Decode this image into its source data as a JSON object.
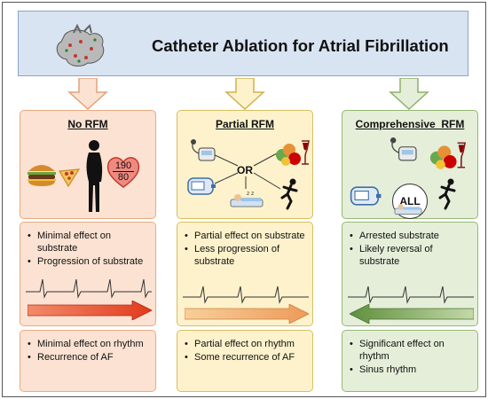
{
  "header": {
    "title": "Catheter Ablation for Atrial Fibrillation"
  },
  "columns": [
    {
      "title": "No RFM",
      "blood_pressure": {
        "systolic": "190",
        "diastolic": "80"
      },
      "substrate_points": [
        "Minimal effect on substrate",
        "Progression of substrate"
      ],
      "rhythm_points": [
        "Minimal effect on rhythm",
        "Recurrence of AF"
      ],
      "arrow_direction": "right",
      "color": "#e84a2a"
    },
    {
      "title": "Partial RFM",
      "connector": "OR",
      "substrate_points": [
        "Partial effect on substrate",
        "Less progression of substrate"
      ],
      "rhythm_points": [
        "Partial effect on rhythm",
        "Some recurrence of AF"
      ],
      "arrow_direction": "right",
      "color": "#f2a46a"
    },
    {
      "title": "Comprehensive  RFM",
      "connector": "ALL",
      "substrate_points": [
        "Arrested substrate",
        "Likely reversal of substrate"
      ],
      "rhythm_points": [
        "Significant effect on rhythm",
        "Sinus rhythm"
      ],
      "arrow_direction": "left",
      "color": "#5f8f3d"
    }
  ],
  "icons": [
    "heart-anatomy-icon",
    "burger-icon",
    "pizza-icon",
    "person-silhouette-icon",
    "heart-icon",
    "bp-monitor-icon",
    "glucose-meter-icon",
    "healthy-food-icon",
    "wine-icon",
    "sleeping-person-icon",
    "runner-icon",
    "ecg-trace-icon"
  ]
}
